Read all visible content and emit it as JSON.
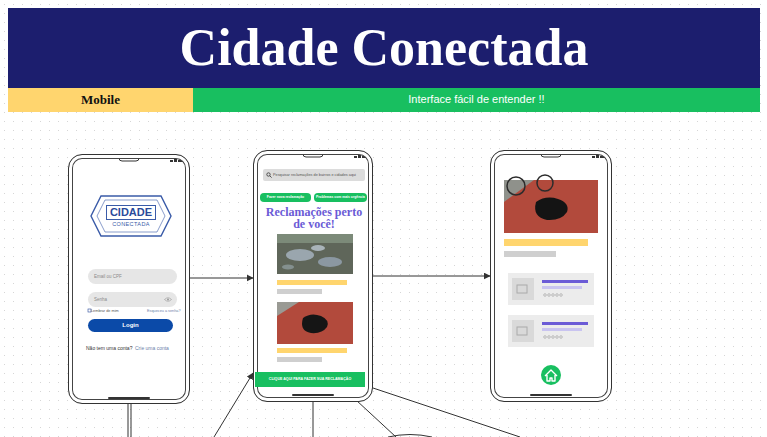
{
  "diagram": {
    "title": "Cidade Conectada",
    "nodes": [
      {
        "text": [
          "Mobile"
        ]
      },
      {
        "text": [
          "Interface fácil de entender !!"
        ]
      },
      {
        "text": [
          "Lembrar de mim",
          "Esqueceu a senha?",
          "Não tem uma conta?",
          "Crie uma conta"
        ]
      },
      {
        "text": [
          "CIDADE",
          "CONECTADA"
        ],
        "in": 2
      },
      {
        "text": [
          "Email ou CPF"
        ],
        "in": 2
      },
      {
        "text": [
          "Senha"
        ],
        "in": 2
      },
      {
        "text": [
          "Login"
        ],
        "in": 2
      },
      {
        "text": [
          "Reclamações perto de você!"
        ]
      },
      {
        "text": [
          "Pesquisar reclamações de bairros e cidades aqui"
        ],
        "in": 7
      },
      {
        "text": [
          "Fazer nova reclamação"
        ],
        "in": 7
      },
      {
        "text": [
          "Problemas com mais urgência"
        ],
        "in": 7
      },
      {
        "text": [
          "CLIQUE AQUI PARA FAZER SUA RECLAMAÇÃO"
        ],
        "in": 7
      },
      {
        "text": []
      }
    ],
    "edges": [
      {
        "from": 2,
        "to": 7,
        "arrow": "to"
      },
      {
        "from": 7,
        "to": 12,
        "arrow": "to"
      }
    ]
  }
}
